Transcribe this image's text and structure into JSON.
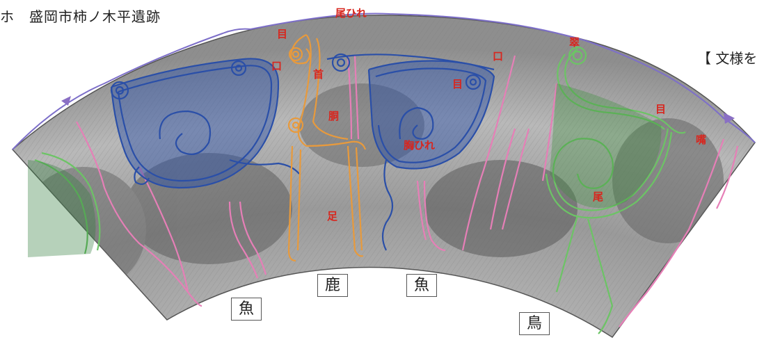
{
  "caption_left": "ホ　盛岡市柿ノ木平遺跡",
  "caption_right": "【 文様を",
  "labels": {
    "fish_1": "魚",
    "deer": "鹿",
    "fish_2": "魚",
    "bird": "鳥"
  },
  "annotations": {
    "tail_fin": "尾ひれ",
    "eye_1": "目",
    "mouth_1": "口",
    "neck": "首",
    "torso": "胴",
    "leg": "足",
    "mouth_2": "口",
    "eye_2": "目",
    "chest_fin": "胸ひれ",
    "wing": "翠",
    "eye_3": "目",
    "beak": "嘴",
    "tail": "尾"
  },
  "colors": {
    "fish_outline": "#2a4fa8",
    "deer_outline": "#e89a3c",
    "bird_outline": "#6cc465",
    "divider": "#e67fb7",
    "label_red": "#d8261e",
    "rim": "#7d6fc9",
    "marker": "#8a6fc4"
  }
}
